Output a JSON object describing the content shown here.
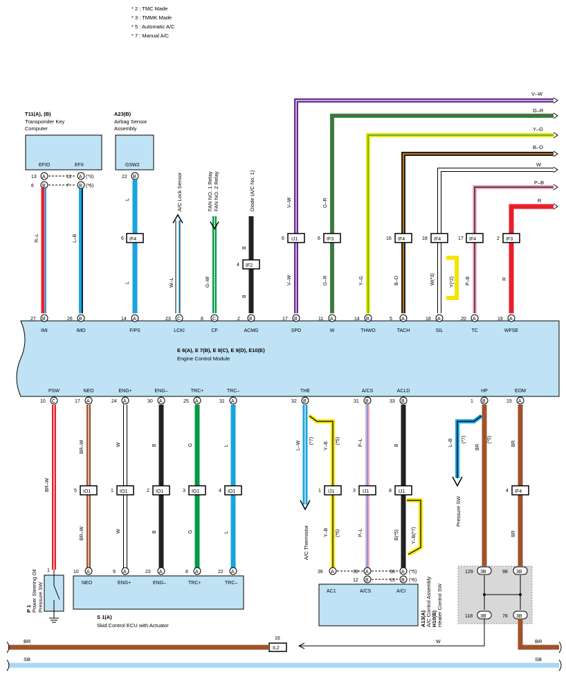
{
  "notes": [
    "* 2 : TMC Made",
    "* 3 : TMMK Made",
    "* 5 : Automatic A/C",
    "* 7 : Manual A/C"
  ],
  "components": {
    "t11": {
      "ref": "T11(A), (B)",
      "name1": "Transponder Key",
      "name2": "Computer",
      "pin1": "EFIO",
      "pin2": "EFII"
    },
    "a23": {
      "ref": "A23(B)",
      "name1": "Airbag Sensor",
      "name2": "Assembly",
      "pin1": "GSW2"
    },
    "ecm": {
      "ref": "E 6(A), E 7(B), E 8(C), E 9(D), E10(E)",
      "name": "Engine Control Module"
    },
    "s1": {
      "ref": "S 1(A)",
      "name": "Skid Control ECU with Actuator",
      "pins": [
        "NEO",
        "ENG+",
        "ENG–",
        "TRC+",
        "TRC–"
      ]
    },
    "p1": {
      "ref": "P 1",
      "name1": "Power Steering Oil",
      "name2": "Pressure SW"
    },
    "a13": {
      "ref1": "A13(A)",
      "name1": "A/C Control Assembly",
      "ref2": "H10(B)",
      "name2": "Heater Control SW",
      "pins": [
        "AC1",
        "A/CS",
        "A/CI"
      ]
    }
  },
  "ecm_top_pins": [
    {
      "label": "IMI",
      "num": "27",
      "conn": "B"
    },
    {
      "label": "IMO",
      "num": "26",
      "conn": "B"
    },
    {
      "label": "F/PS",
      "num": "14",
      "conn": "A"
    },
    {
      "label": "LCKI",
      "num": "23",
      "conn": "C"
    },
    {
      "label": "CF",
      "num": "8",
      "conn": "C"
    },
    {
      "label": "ACMG",
      "num": "2",
      "conn": "B"
    },
    {
      "label": "SPD",
      "num": "17",
      "conn": "B"
    },
    {
      "label": "W",
      "num": "11",
      "conn": "A"
    },
    {
      "label": "THWO",
      "num": "14",
      "conn": "B"
    },
    {
      "label": "TACH",
      "num": "5",
      "conn": "A"
    },
    {
      "label": "SIL",
      "num": "18",
      "conn": "A"
    },
    {
      "label": "TC",
      "num": "20",
      "conn": "A"
    },
    {
      "label": "WFSE",
      "num": "19",
      "conn": "A"
    }
  ],
  "ecm_bottom_pins": [
    {
      "label": "PSW",
      "num": "10",
      "conn": "C"
    },
    {
      "label": "NEO",
      "num": "17",
      "conn": "A"
    },
    {
      "label": "ENG+",
      "num": "24",
      "conn": "A"
    },
    {
      "label": "ENG–",
      "num": "30",
      "conn": "A"
    },
    {
      "label": "TRC+",
      "num": "25",
      "conn": "A"
    },
    {
      "label": "TRC–",
      "num": "31",
      "conn": "A"
    },
    {
      "label": "THE",
      "num": "32",
      "conn": "B"
    },
    {
      "label": "A/CS",
      "num": "31",
      "conn": "B"
    },
    {
      "label": "ACLD",
      "num": "33",
      "conn": "B"
    },
    {
      "label": "HP",
      "num": "1",
      "conn": "B"
    },
    {
      "label": "EOM",
      "num": "15",
      "conn": "A"
    }
  ],
  "wire_codes": [
    "R–L",
    "L–B",
    "L",
    "W–L",
    "G–W",
    "B",
    "V–W",
    "G–R",
    "Y–G",
    "B–O",
    "W(*3)",
    "Y(*2)",
    "P–B",
    "R",
    "BR–W",
    "W",
    "G",
    "L–W",
    "Y–B",
    "P–L",
    "B(*5)",
    "Y–B(*7)",
    "BR",
    "SB",
    "(*7)",
    "(*5)",
    "(*2)",
    "(*3)",
    "(*6)"
  ],
  "destinations": {
    "ac_lock": "A/C Lock Sensor",
    "fan1": "FAN NO. 1 Relay",
    "fan2": "FAN NO. 2 Relay",
    "diode": "Diode (A/C No. 1)",
    "ac_thermistor": "A/C Thermistor",
    "pressure_sw": "Pressure SW"
  },
  "junctions": {
    "if4": "IF4",
    "if3": "IF3",
    "if2": "IF2",
    "ij1": "IJ1",
    "io1": "IO1",
    "il2": "IL2",
    "c3b": "3B"
  },
  "colors": {
    "ecm_fill": "#bfe3f5",
    "red": "#e8202a",
    "blue": "#1aa3e0",
    "purple": "#6a2c91",
    "green": "#009a44",
    "yellow": "#f5e400",
    "orange": "#f08a00",
    "pink": "#f4a6c8",
    "brown": "#a0522d",
    "gray_box": "#d8d8d8",
    "sb": "#a8d8f0"
  }
}
